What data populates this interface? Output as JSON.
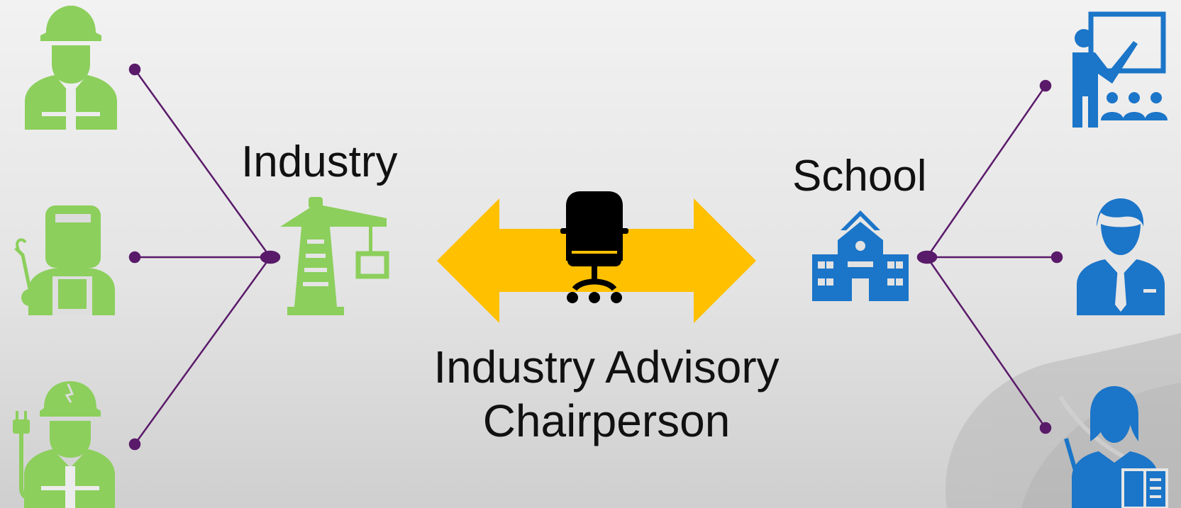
{
  "diagram": {
    "left_group": {
      "label": "Industry",
      "color": "#8ccf5c",
      "members": [
        "construction-worker-icon",
        "welder-icon",
        "electrician-icon"
      ],
      "hub_icon": "crane-icon"
    },
    "right_group": {
      "label": "School",
      "color": "#1b75c8",
      "members": [
        "teacher-presentation-icon",
        "administrator-icon",
        "female-teacher-icon"
      ],
      "hub_icon": "school-building-icon"
    },
    "center": {
      "icon": "office-chair-icon",
      "arrow_icon": "double-headed-arrow",
      "arrow_color": "#ffc000",
      "label_line1": "Industry Advisory",
      "label_line2": "Chairperson"
    },
    "connector_color": "#5a1a6a",
    "decor_color": "#b0b0b0"
  }
}
